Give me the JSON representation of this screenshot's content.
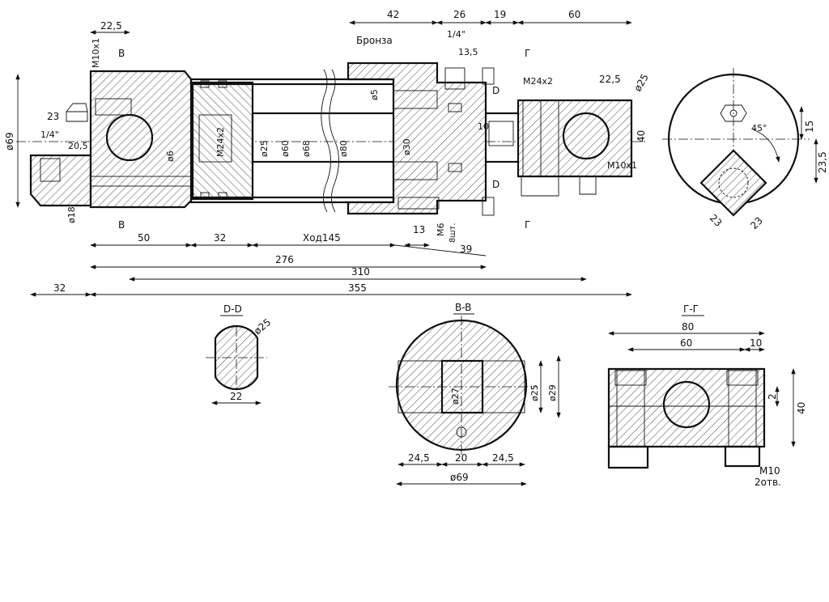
{
  "main_view": {
    "dims_top": [
      "22,5",
      "42",
      "26",
      "19",
      "60",
      "1/4\"",
      "13,5",
      "22,5"
    ],
    "dims_bottom": [
      "50",
      "32",
      "Ход145",
      "13",
      "39",
      "276",
      "310",
      "355",
      "32"
    ],
    "dims_left": [
      "ø69",
      "23",
      "1/4\"",
      "20,5",
      "ø18"
    ],
    "dims_inner": [
      "ø6",
      "M24x2",
      "ø25",
      "ø60",
      "ø68",
      "ø80",
      "ø30",
      "ø5",
      "10",
      "M6",
      "8шт.",
      "40",
      "ø25",
      "M24x2",
      "M10x1",
      "M10x1"
    ],
    "labels": [
      "Бронза",
      "B",
      "B",
      "D",
      "D",
      "Г",
      "Г"
    ]
  },
  "side_view": {
    "dims": [
      "15",
      "23,5",
      "45°",
      "23",
      "23"
    ]
  },
  "section_dd": {
    "title": "D-D",
    "dims": [
      "ø25",
      "22"
    ]
  },
  "section_bb": {
    "title": "B-B",
    "dims": [
      "ø27",
      "ø25",
      "ø29",
      "24,5",
      "20",
      "24,5",
      "ø69"
    ]
  },
  "section_gg": {
    "title": "Г-Г",
    "dims": [
      "80",
      "60",
      "10",
      "2",
      "40",
      "M10",
      "2отв."
    ]
  }
}
